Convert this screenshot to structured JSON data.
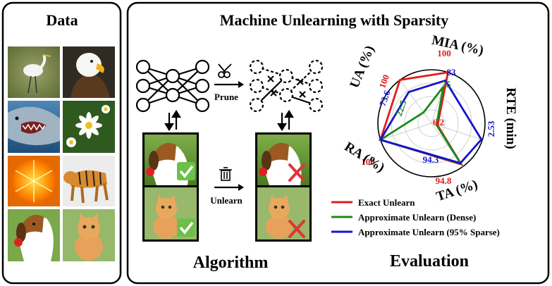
{
  "data_panel": {
    "title": "Data"
  },
  "main_panel": {
    "title": "Machine Unlearning with Sparsity",
    "prune_label": "Prune",
    "unlearn_label": "Unlearn",
    "algorithm_label": "Algorithm",
    "evaluation_label": "Evaluation"
  },
  "chart_data": {
    "type": "radar",
    "axes": [
      "MIA (%)",
      "RTE (min)",
      "TA (%)",
      "RA (%)",
      "UA (%)"
    ],
    "series": [
      {
        "name": "Exact Unlearn",
        "color": "#e01c1c",
        "labels": [
          "100",
          "6.2",
          "94.8",
          "100",
          "100"
        ]
      },
      {
        "name": "Approximate Unlearn (Dense)",
        "color": "#1a8a1a",
        "labels": [
          "75",
          "",
          "",
          "",
          "22.5"
        ]
      },
      {
        "name": "Approximate Unlearn (95% Sparse)",
        "color": "#1414cc",
        "labels": [
          "83",
          "2.53",
          "94.3",
          "",
          "73.6"
        ]
      }
    ]
  },
  "legend": [
    {
      "label": "Exact Unlearn",
      "color": "#e01c1c"
    },
    {
      "label": "Approximate Unlearn (Dense)",
      "color": "#1a8a1a"
    },
    {
      "label": "Approximate Unlearn (95% Sparse)",
      "color": "#1414cc"
    }
  ]
}
